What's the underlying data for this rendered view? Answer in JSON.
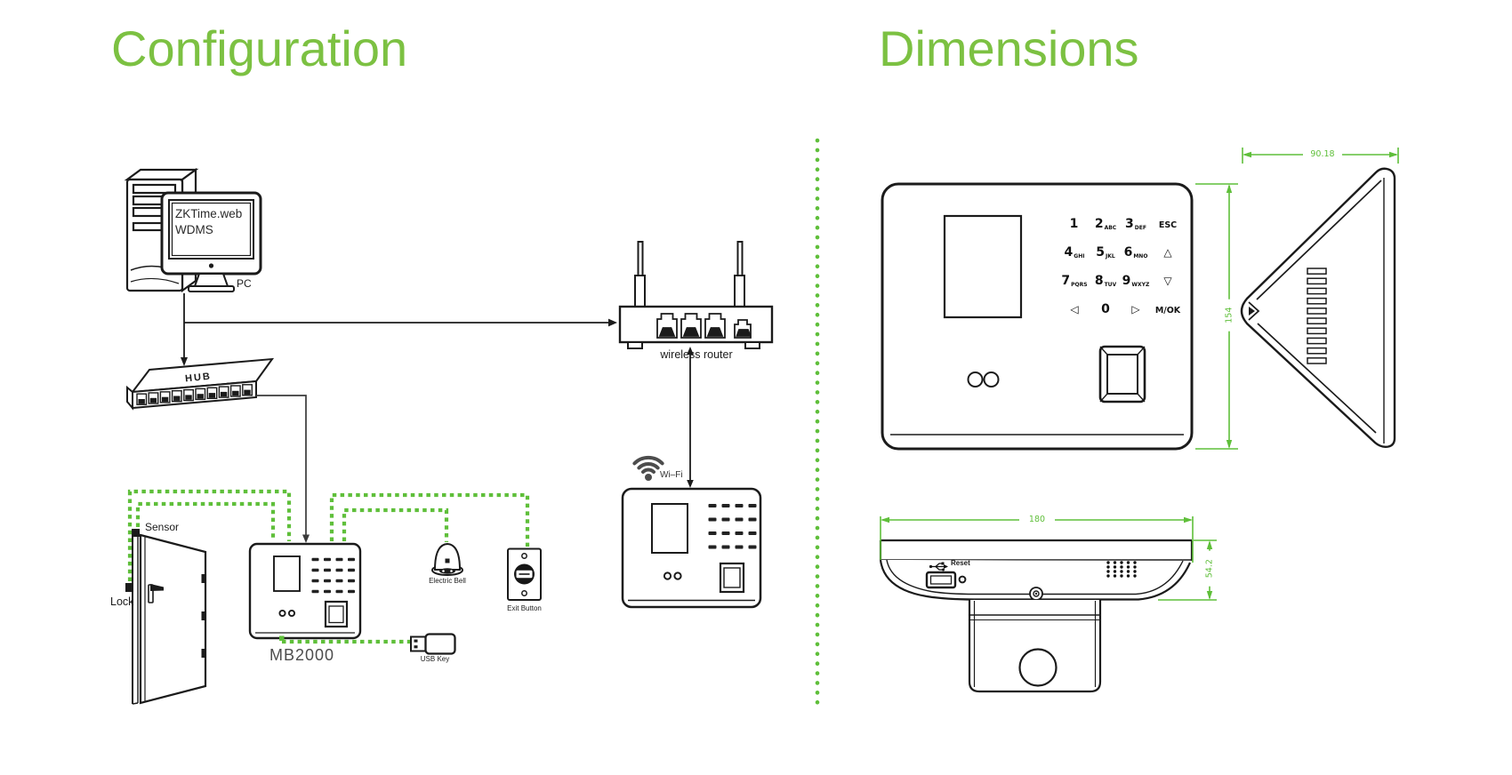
{
  "palette": {
    "title_green": "#7cc142",
    "accent_green": "#5fbf3a",
    "ink": "#1b1b1b",
    "label_gray": "#4d4d4d"
  },
  "config": {
    "title": "Configuration",
    "pc": {
      "screen_line1": "ZKTime.web",
      "screen_line2": "WDMS",
      "label": "PC"
    },
    "hub_label": "HUB",
    "router_label": "wireless router",
    "wifi_label": "Wi–Fi",
    "door": {
      "sensor_label": "Sensor",
      "lock_label": "Lock"
    },
    "device_label": "MB2000",
    "usb_key_label": "USB Key",
    "bell_label": "Electric Bell",
    "exit_button_label": "Exit Button"
  },
  "dimensions": {
    "title": "Dimensions",
    "front_height_mm": "154",
    "side_depth_mm": "90.18",
    "bottom_width_mm": "180",
    "bottom_depth_mm": "54.2",
    "reset_label": "Reset",
    "keypad": [
      [
        {
          "main": "1",
          "sub": ""
        },
        {
          "main": "2",
          "sub": "ABC"
        },
        {
          "main": "3",
          "sub": "DEF"
        },
        {
          "main": "ESC",
          "sub": ""
        }
      ],
      [
        {
          "main": "4",
          "sub": "GHI"
        },
        {
          "main": "5",
          "sub": "JKL"
        },
        {
          "main": "6",
          "sub": "MNO"
        },
        {
          "main": "△",
          "sub": ""
        }
      ],
      [
        {
          "main": "7",
          "sub": "PQRS"
        },
        {
          "main": "8",
          "sub": "TUV"
        },
        {
          "main": "9",
          "sub": "WXYZ"
        },
        {
          "main": "▽",
          "sub": ""
        }
      ],
      [
        {
          "main": "◁",
          "sub": ""
        },
        {
          "main": "0",
          "sub": ""
        },
        {
          "main": "▷",
          "sub": ""
        },
        {
          "main": "M/OK",
          "sub": ""
        }
      ]
    ]
  }
}
